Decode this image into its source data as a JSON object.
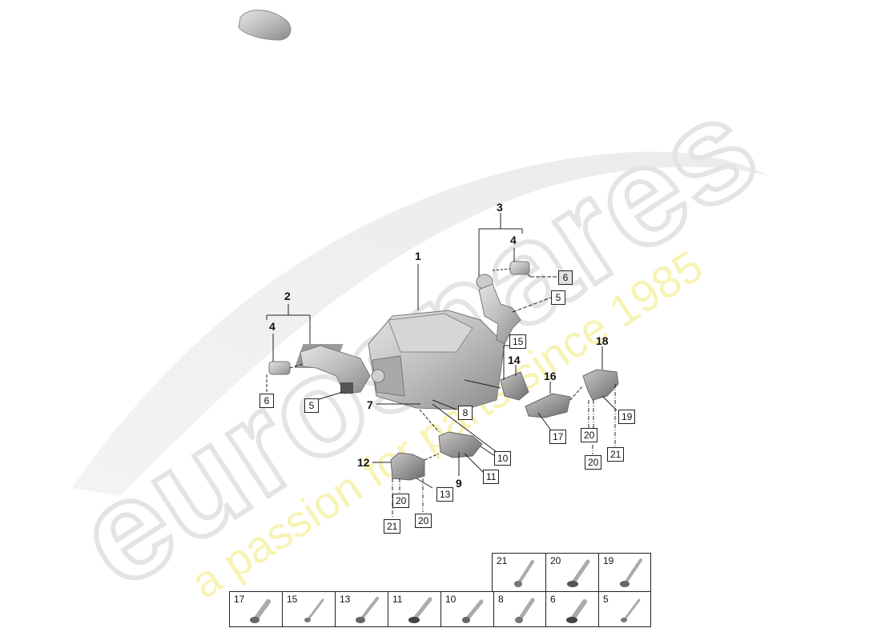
{
  "watermark": {
    "brand": "eurospares",
    "tagline": "a passion for parts since 1985",
    "brand_color": "#e6e6e6",
    "tagline_color": "#f5f0a0"
  },
  "diagram": {
    "subject": "electric motor drive unit with mounts and brackets",
    "callouts": [
      {
        "id": "1",
        "label": "1",
        "style": "bold"
      },
      {
        "id": "2",
        "label": "2",
        "style": "bold"
      },
      {
        "id": "3",
        "label": "3",
        "style": "bold"
      },
      {
        "id": "4a",
        "label": "4",
        "style": "bold"
      },
      {
        "id": "4b",
        "label": "4",
        "style": "bold"
      },
      {
        "id": "7",
        "label": "7",
        "style": "bold"
      },
      {
        "id": "9",
        "label": "9",
        "style": "bold"
      },
      {
        "id": "12",
        "label": "12",
        "style": "bold"
      },
      {
        "id": "14",
        "label": "14",
        "style": "bold"
      },
      {
        "id": "16",
        "label": "16",
        "style": "bold"
      },
      {
        "id": "18",
        "label": "18",
        "style": "bold"
      }
    ],
    "boxed_labels": [
      {
        "id": "6a",
        "label": "6"
      },
      {
        "id": "5a",
        "label": "5"
      },
      {
        "id": "6b",
        "label": "6"
      },
      {
        "id": "5b",
        "label": "5"
      },
      {
        "id": "15",
        "label": "15"
      },
      {
        "id": "8",
        "label": "8"
      },
      {
        "id": "10",
        "label": "10"
      },
      {
        "id": "11",
        "label": "11"
      },
      {
        "id": "13",
        "label": "13"
      },
      {
        "id": "20a",
        "label": "20"
      },
      {
        "id": "21a",
        "label": "21"
      },
      {
        "id": "20b",
        "label": "20"
      },
      {
        "id": "17",
        "label": "17"
      },
      {
        "id": "19",
        "label": "19"
      },
      {
        "id": "20c",
        "label": "20"
      },
      {
        "id": "20d",
        "label": "20"
      },
      {
        "id": "21b",
        "label": "21"
      }
    ]
  },
  "fastener_table": {
    "top_row": [
      {
        "num": "21",
        "icon": "flange-bolt-long"
      },
      {
        "num": "20",
        "icon": "collar-bolt"
      },
      {
        "num": "19",
        "icon": "flange-bolt-long"
      }
    ],
    "bottom_row": [
      {
        "num": "17",
        "icon": "hex-bolt-short"
      },
      {
        "num": "15",
        "icon": "flange-bolt-thin"
      },
      {
        "num": "13",
        "icon": "washer-bolt-long"
      },
      {
        "num": "11",
        "icon": "collar-bolt"
      },
      {
        "num": "10",
        "icon": "hex-bolt-short"
      },
      {
        "num": "8",
        "icon": "hex-bolt-short"
      },
      {
        "num": "6",
        "icon": "collar-bolt-short"
      },
      {
        "num": "5",
        "icon": "flange-bolt-thin"
      }
    ]
  }
}
